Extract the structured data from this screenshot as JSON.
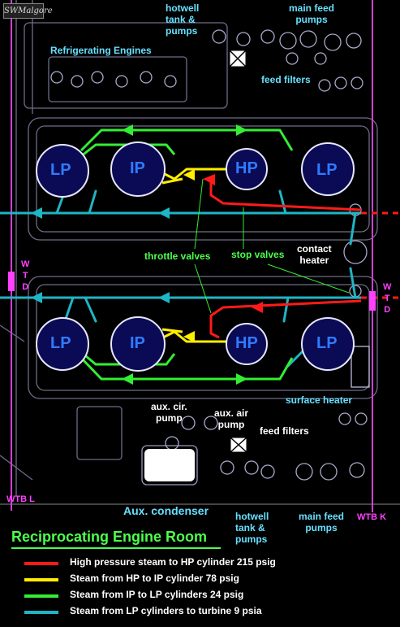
{
  "title": "Reciprocating Engine Room",
  "signature": "SWMalgore",
  "labels": {
    "refrigerating_engines": "Refrigerating Engines",
    "hotwell_top": "hotwell\ntank &\npumps",
    "main_feed_top": "main feed\npumps",
    "feed_filters_top": "feed filters",
    "throttle_valves": "throttle valves",
    "stop_valves": "stop valves",
    "contact_heater": "contact\nheater",
    "surface_heater": "surface heater",
    "aux_cir_pump": "aux. cir.\npump",
    "aux_air_pump": "aux. air\npump",
    "feed_filters_bottom": "feed filters",
    "aux_condenser": "Aux. condenser",
    "hotwell_bottom": "hotwell\ntank &\npumps",
    "main_feed_bottom": "main feed\npumps",
    "wtb_l": "WTB L",
    "wtb_k": "WTB K",
    "wtd_left": "W\nT\nD",
    "wtd_right": "W\nT\nD"
  },
  "cylinders": {
    "top": [
      "LP",
      "IP",
      "HP",
      "LP"
    ],
    "bottom": [
      "LP",
      "IP",
      "HP",
      "LP"
    ]
  },
  "legend": [
    {
      "color": "#ff1a1a",
      "text": "High pressure steam to HP cylinder 215 psig"
    },
    {
      "color": "#ffee00",
      "text": "Steam from HP to IP cylinder 78 psig"
    },
    {
      "color": "#33ee33",
      "text": "Steam from IP to LP cylinders 24 psig"
    },
    {
      "color": "#1fb5c4",
      "text": "Steam from LP cylinders to turbine 9 psia"
    }
  ],
  "colors": {
    "hp_steam": "#ff1a1a",
    "ip_steam": "#ffee00",
    "lp_steam": "#33ee33",
    "exhaust": "#1fb5c4",
    "cylinder_fill": "#0a0a55",
    "bulkhead": "#d040d0",
    "structure": "#8a8aa8"
  }
}
